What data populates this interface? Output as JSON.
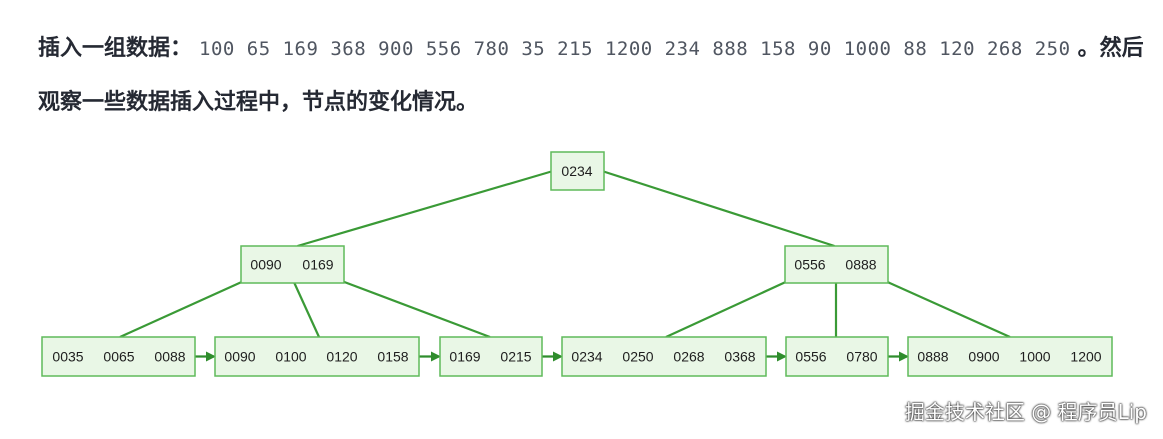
{
  "intro": {
    "lead": "插入一组数据：",
    "numbers": "100 65 169 368 900 556 780 35 215 1200 234 888 158 90 1000 88 120 268 250",
    "tail": "。然后观察一些数据插入过程中，节点的变化情况。"
  },
  "tree": {
    "root": {
      "keys": [
        "0234"
      ]
    },
    "internal": [
      {
        "keys": [
          "0090",
          "0169"
        ]
      },
      {
        "keys": [
          "0556",
          "0888"
        ]
      }
    ],
    "leaves": [
      {
        "keys": [
          "0035",
          "0065",
          "0088"
        ]
      },
      {
        "keys": [
          "0090",
          "0100",
          "0120",
          "0158"
        ]
      },
      {
        "keys": [
          "0169",
          "0215"
        ]
      },
      {
        "keys": [
          "0234",
          "0250",
          "0268",
          "0368"
        ]
      },
      {
        "keys": [
          "0556",
          "0780"
        ]
      },
      {
        "keys": [
          "0888",
          "0900",
          "1000",
          "1200"
        ]
      }
    ],
    "colors": {
      "fill": "#e9f7e6",
      "stroke": "#5fba5a",
      "edge": "#3a9a36"
    }
  },
  "watermark": "掘金技术社区 @ 程序员Lip"
}
